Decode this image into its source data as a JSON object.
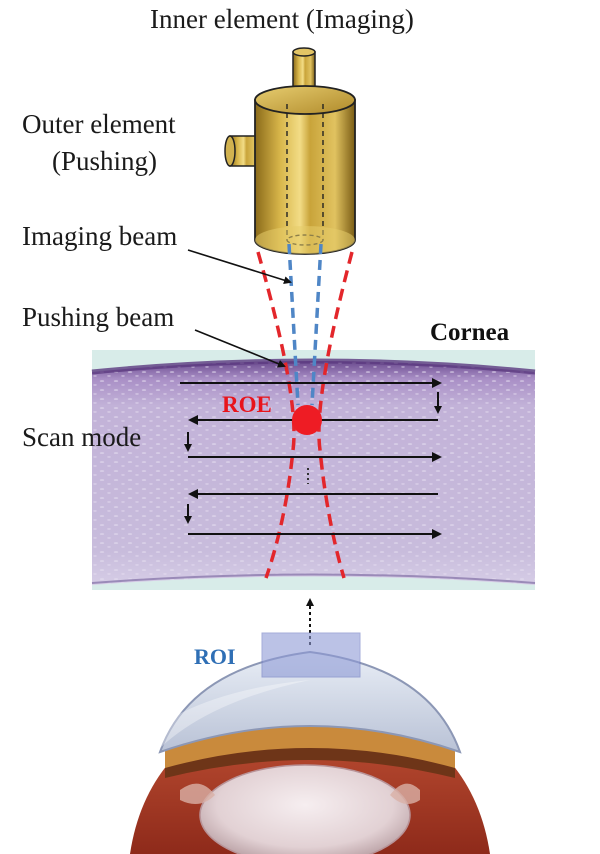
{
  "labels": {
    "inner_element": "Inner element (Imaging)",
    "outer_element_line1": "Outer element",
    "outer_element_line2": "(Pushing)",
    "imaging_beam": "Imaging beam",
    "pushing_beam": "Pushing beam",
    "cornea": "Cornea",
    "roe": "ROE",
    "scan_mode": "Scan mode",
    "roi": "ROI"
  },
  "colors": {
    "transducer_gold": "#c9a43a",
    "transducer_shadow": "#8a6a1a",
    "pushing_beam": "#e3262b",
    "imaging_beam": "#4f86c6",
    "roe_dot": "#ee1c24",
    "cornea_tissue": "#b9a8cf",
    "cornea_epithelium": "#7d5a9e",
    "roi_box": "#8e9ad6",
    "eye_sclera": "#b8442c",
    "text_blue": "#2f6fb5",
    "text_red": "#e8141b"
  },
  "icons": {
    "transducer": "dual-element-transducer",
    "eye": "eye-cross-section",
    "arrow": "scan-arrow"
  }
}
